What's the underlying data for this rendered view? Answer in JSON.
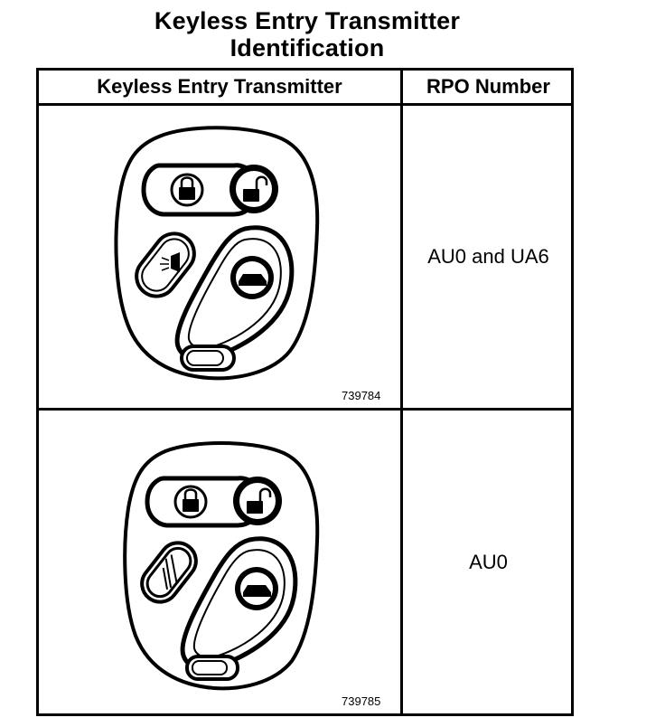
{
  "title": {
    "line1": "Keyless Entry Transmitter",
    "line2": "Identification"
  },
  "table": {
    "headers": {
      "transmitter": "Keyless Entry Transmitter",
      "rpo": "RPO Number"
    },
    "rows": [
      {
        "figure_number": "739784",
        "rpo": "AU0 and UA6",
        "buttons": [
          "lock-icon",
          "unlock-icon",
          "panic-horn-icon",
          "trunk-release-icon"
        ]
      },
      {
        "figure_number": "739785",
        "rpo": "AU0",
        "buttons": [
          "lock-icon",
          "unlock-icon",
          "blank-button",
          "trunk-release-icon"
        ]
      }
    ]
  }
}
